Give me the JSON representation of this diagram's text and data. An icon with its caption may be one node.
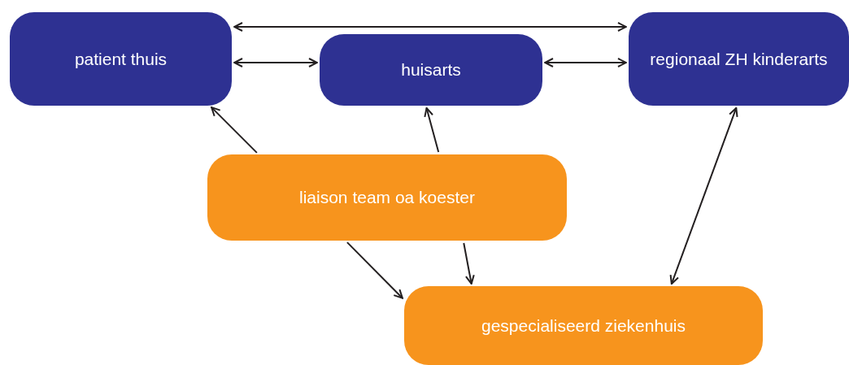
{
  "diagram": {
    "nodes": [
      {
        "text": [
          "patient thuis"
        ]
      },
      {
        "text": [
          "huisarts"
        ]
      },
      {
        "text": [
          "regionaal ZH kinderarts"
        ]
      },
      {
        "text": [
          "liaison team oa koester"
        ]
      },
      {
        "text": [
          "gespecialiseerd ziekenhuis"
        ]
      }
    ],
    "edges": [
      {
        "from": 0,
        "to": 2,
        "arrow": "both"
      },
      {
        "from": 0,
        "to": 1,
        "arrow": "both"
      },
      {
        "from": 1,
        "to": 2,
        "arrow": "both"
      },
      {
        "from": 3,
        "to": 0,
        "arrow": "to"
      },
      {
        "from": 3,
        "to": 1,
        "arrow": "to"
      },
      {
        "from": 3,
        "to": 4,
        "arrow": "to"
      },
      {
        "from": 3,
        "to": 4,
        "arrow": "to"
      },
      {
        "from": 4,
        "to": 2,
        "arrow": "both"
      }
    ]
  }
}
